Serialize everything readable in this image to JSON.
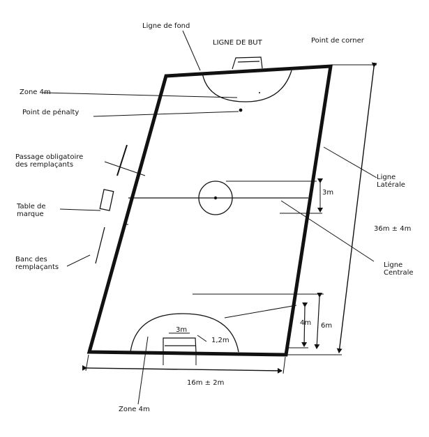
{
  "labels": {
    "ligne_de_fond": "Ligne de fond",
    "ligne_de_but": "LIGNE DE BUT",
    "point_de_corner": "Point de corner",
    "zone_4m_top": "Zone 4m",
    "point_de_penalty": "Point de pénalty",
    "passage_obligatoire": "Passage obligatoire\ndes remplaçants",
    "table_de_marque": "Table de\nmarque",
    "banc_des_remplacants": "Banc des\nremplaçants",
    "ligne_laterale": "Ligne\nLatérale",
    "ligne_centrale": "Ligne\nCentrale",
    "center_radius": "3m",
    "length_dim": "36m ± 4m",
    "width_dim": "16m ± 2m",
    "zone_4m_bottom": "Zone 4m",
    "goal_width": "3m",
    "goal_depth": "1,2m",
    "zone_depth": "4m",
    "penalty_distance": "6m"
  },
  "colors": {
    "ink": "#111111",
    "paper": "#ffffff"
  }
}
